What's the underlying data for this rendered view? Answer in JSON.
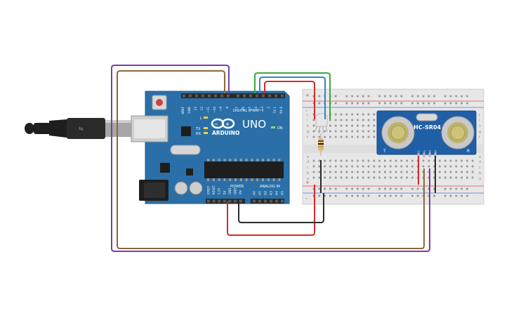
{
  "arduino": {
    "brand": "ARDUINO",
    "model": "UNO",
    "header_digital": "DIGITAL (PWM~)",
    "header_power": "POWER",
    "header_analog": "ANALOG IN",
    "label_tx": "TX",
    "label_rx": "RX",
    "label_l": "L",
    "label_on": "ON",
    "digital_pins": [
      "AREF",
      "GND",
      "13",
      "12",
      "~11",
      "~10",
      "~9",
      "8",
      "7",
      "~6",
      "~5",
      "4",
      "~3",
      "2",
      "TX 1",
      "RX 0"
    ],
    "power_pins": [
      "IOREF",
      "RESET",
      "3.3V",
      "5V",
      "GND",
      "GND",
      "Vin"
    ],
    "analog_pins": [
      "A0",
      "A1",
      "A2",
      "A3",
      "A4",
      "A5"
    ]
  },
  "sensor": {
    "model": "HC-SR04",
    "pins": [
      "VCC",
      "TRIG",
      "ECHO",
      "GND"
    ],
    "label_t": "T",
    "label_r": "R"
  },
  "breadboard": {
    "row_letters_top": [
      "j",
      "i",
      "h",
      "g",
      "f"
    ],
    "row_letters_bottom": [
      "e",
      "d",
      "c",
      "b",
      "a"
    ],
    "rail_plus": "+",
    "rail_minus": "-"
  },
  "colors": {
    "arduino_board": "#2a6fa8",
    "sensor_board": "#1f5fa6",
    "wire_red": "#d62b2b",
    "wire_black": "#2b2b2b",
    "wire_purple": "#7a3ea6",
    "wire_brown": "#8a6a3a",
    "wire_green": "#3aaa3a",
    "wire_blue": "#2f86c9",
    "rail_red": "#e04a4a",
    "rail_blue": "#4a7ad0"
  }
}
